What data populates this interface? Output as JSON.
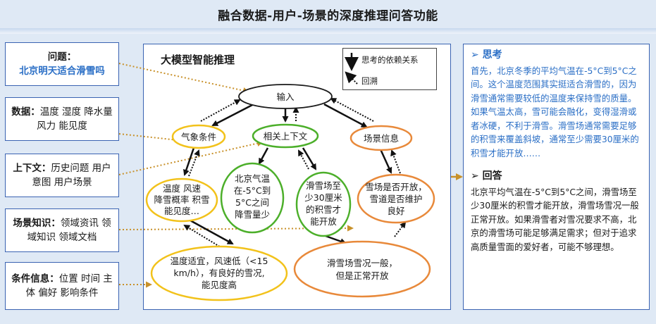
{
  "title": "融合数据-用户-场景的深度推理问答功能",
  "left_panel": {
    "question": {
      "key": "问题：",
      "value": "北京明天适合滑雪吗"
    },
    "data": "数据：温度 湿度 降水量 风力 能见度",
    "data_key": "数据：",
    "data_value": "温度 湿度 降水量 风力 能见度",
    "context_key": "上下文：",
    "context_value": "历史问题 用户意图 用户场景",
    "scene_key": "场景知识：",
    "scene_value": "领域资讯 领域知识 领域文档",
    "cond_key": "条件信息：",
    "cond_value": "位置 时间 主体 偏好 影响条件"
  },
  "center": {
    "title": "大模型智能推理",
    "legend": {
      "dependency": "思考的依赖关系",
      "backtrack": "回溯"
    },
    "nodes": {
      "input": "输入",
      "weather": "气象条件",
      "context": "相关上下文",
      "scene": "场景信息",
      "weather_detail": [
        "温度 风速",
        "降雪概率 积雪",
        "能见度…"
      ],
      "beijing_temp": [
        "北京气温",
        "在-5°C到",
        "5°C之间",
        "降雪量少"
      ],
      "snow_depth": [
        "滑雪场至",
        "少30厘米",
        "的积雪才",
        "能开放"
      ],
      "resort_open": [
        "雪场是否开放，",
        "雪道是否维护",
        "良好"
      ],
      "conclusion_left": [
        "温度适宜，风速低（<15",
        "km/h），有良好的雪况,",
        "能见度高"
      ],
      "conclusion_right": [
        "滑雪场雪况一般，",
        "但是正常开放"
      ]
    }
  },
  "right_panel": {
    "think_label": "思考",
    "think_text": "首先，北京冬季的平均气温在-5°C到5°C之间。这个温度范围其实挺适合滑雪的，因为滑雪通常需要较低的温度来保持雪的质量。如果气温太高，雪可能会融化，变得湿滑或者冰硬，不利于滑雪。滑雪场通常需要足够的积雪来覆盖斜坡，通常至少需要30厘米的积雪才能开放……",
    "answer_label": "回答",
    "answer_text": "北京平均气温在-5°C到5°C之间，滑雪场至少30厘米的积雪才能开放，滑雪场雪况一般正常开放。如果滑雪者对雪况要求不高，北京的滑雪场可能足够满足需求；但对于追求高质量雪面的爱好者，可能不够理想。"
  },
  "colors": {
    "border_blue": "#3a63b2",
    "text_blue": "#2b6fc6",
    "yellow": "#f2c21b",
    "orange": "#e8893a",
    "green": "#4caf2a",
    "dotted_brown": "#c8912a"
  }
}
